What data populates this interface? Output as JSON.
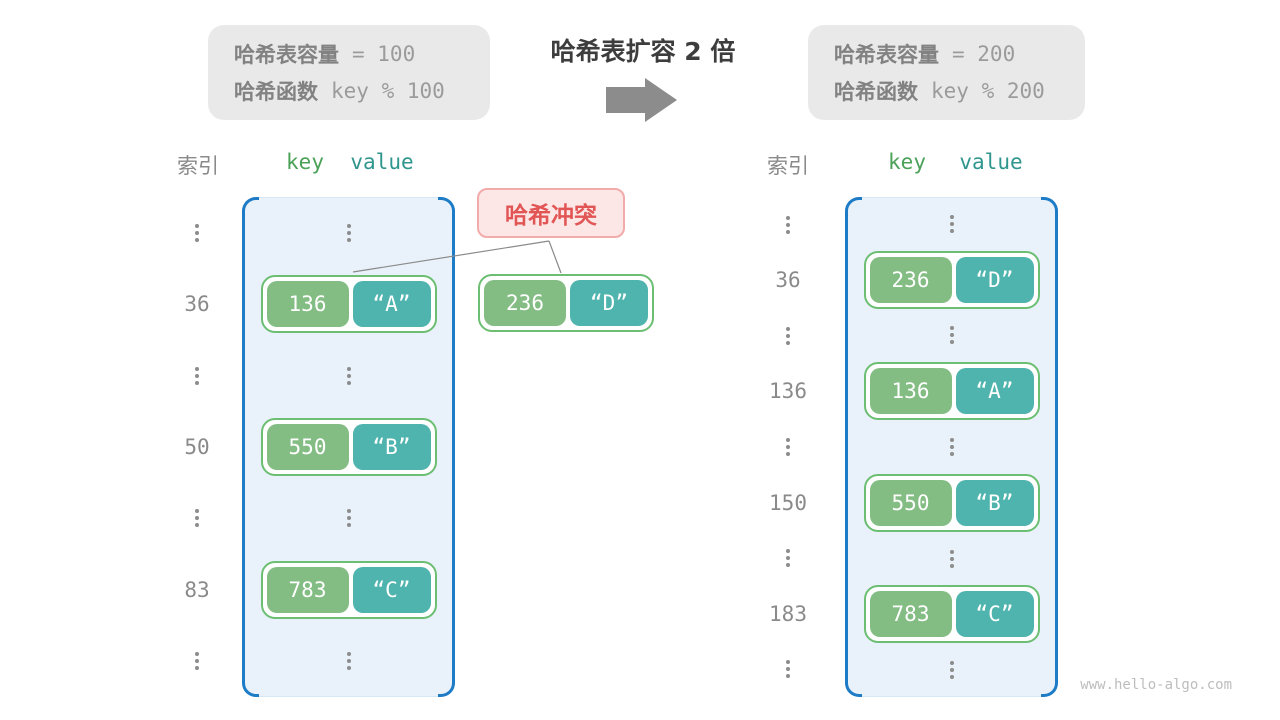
{
  "info_left": {
    "line1_label": "哈希表容量",
    "line1_value": "= 100",
    "line2_label": "哈希函数",
    "line2_value": "key % 100"
  },
  "info_right": {
    "line1_label": "哈希表容量",
    "line1_value": "= 200",
    "line2_label": "哈希函数",
    "line2_value": "key % 200"
  },
  "expand_title": "哈希表扩容 2 倍",
  "collision": {
    "label": "哈希冲突",
    "pair": {
      "key": "236",
      "value": "“D”"
    }
  },
  "left_table": {
    "index_header": "索引",
    "key_header": "key",
    "value_header": "value",
    "rows": [
      {
        "type": "dots"
      },
      {
        "type": "pair",
        "index": "36",
        "key": "136",
        "value": "“A”"
      },
      {
        "type": "dots"
      },
      {
        "type": "pair",
        "index": "50",
        "key": "550",
        "value": "“B”"
      },
      {
        "type": "dots"
      },
      {
        "type": "pair",
        "index": "83",
        "key": "783",
        "value": "“C”"
      },
      {
        "type": "dots"
      }
    ]
  },
  "right_table": {
    "index_header": "索引",
    "key_header": "key",
    "value_header": "value",
    "rows": [
      {
        "type": "dots"
      },
      {
        "type": "pair",
        "index": "36",
        "key": "236",
        "value": "“D”"
      },
      {
        "type": "dots"
      },
      {
        "type": "pair",
        "index": "136",
        "key": "136",
        "value": "“A”"
      },
      {
        "type": "dots"
      },
      {
        "type": "pair",
        "index": "150",
        "key": "550",
        "value": "“B”"
      },
      {
        "type": "dots"
      },
      {
        "type": "pair",
        "index": "183",
        "key": "783",
        "value": "“C”"
      },
      {
        "type": "dots"
      }
    ]
  },
  "watermark": "www.hello-algo.com",
  "colors": {
    "bucket_fill": "#e9f2fb",
    "bracket_blue": "#1e7cc7",
    "key_green": "#84bd84",
    "value_teal": "#4fb3ae",
    "pair_border_green": "#6cbe72",
    "header_key_green": "#4ba158",
    "header_value_teal": "#2f968e",
    "collision_red": "#e25555",
    "collision_bg": "#fce6e6",
    "info_box_gray": "#e9e9e9",
    "arrow_gray": "#8c8c8c"
  }
}
